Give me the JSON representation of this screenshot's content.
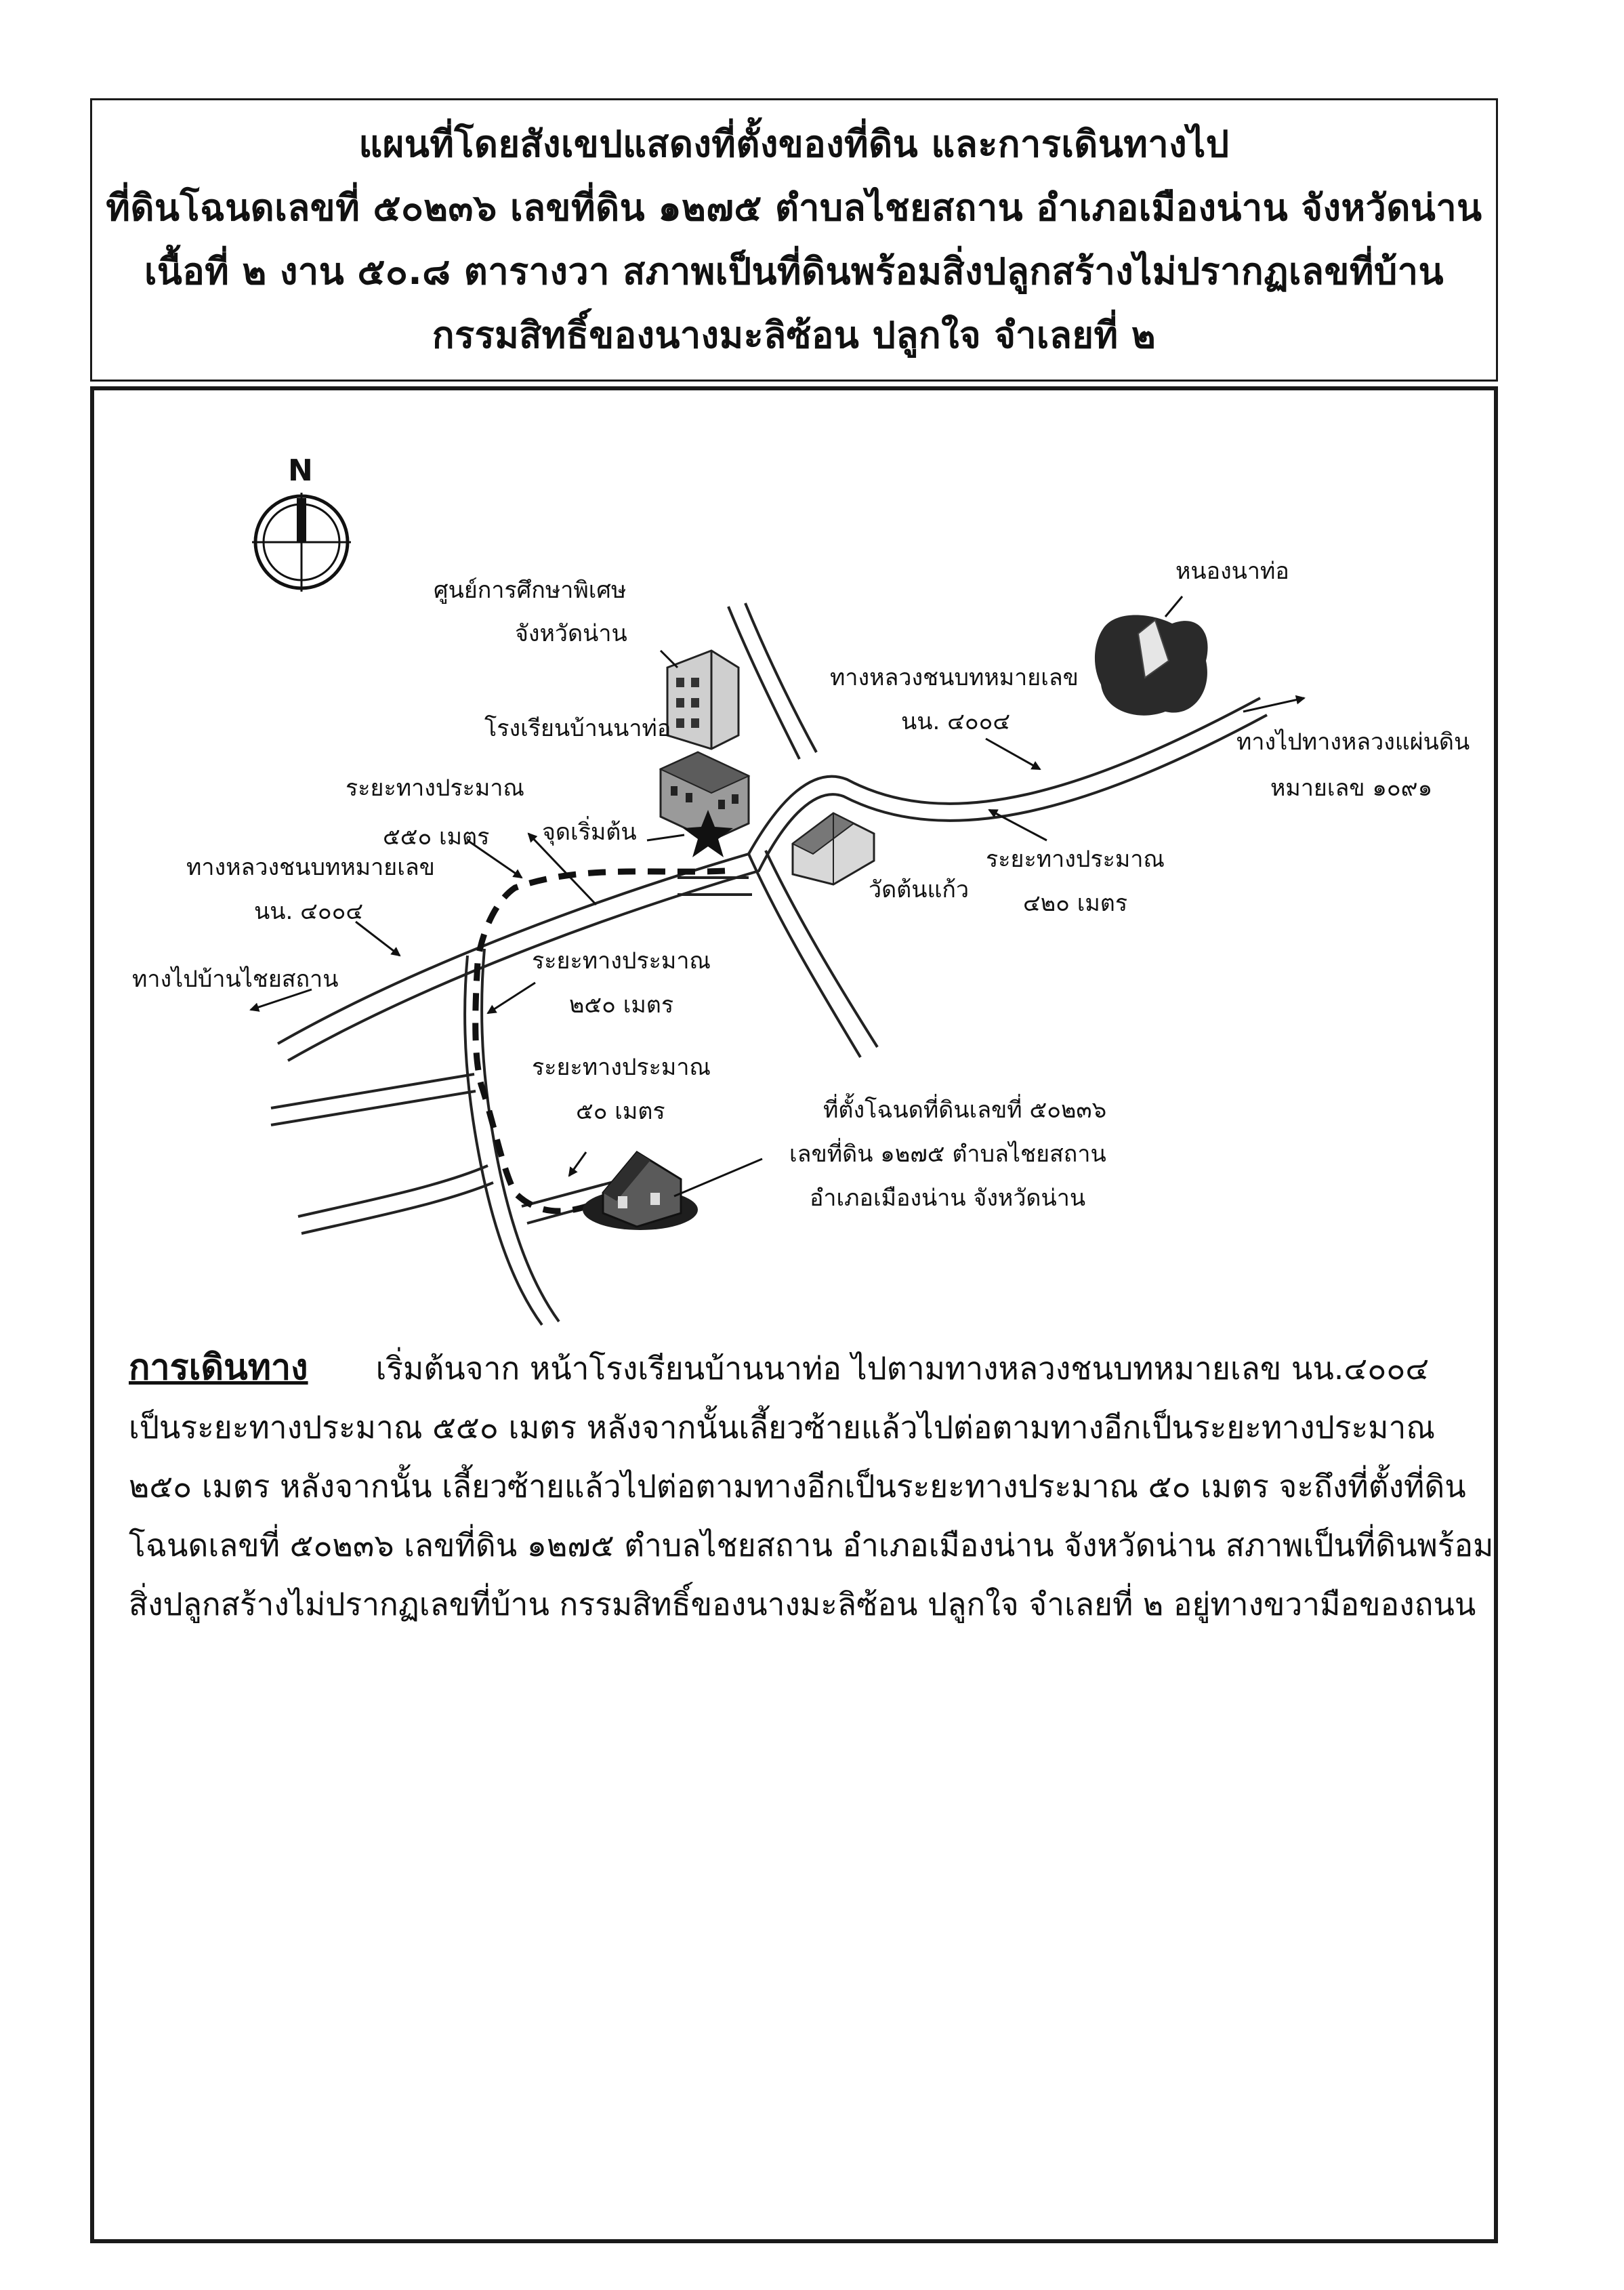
{
  "header": {
    "title_lines": [
      "แผนที่โดยสังเขปแสดงที่ตั้งของที่ดิน และการเดินทางไป",
      "ที่ดินโฉนดเลขที่ ๕๐๒๓๖ เลขที่ดิน ๑๒๗๕ ตำบลไชยสถาน อำเภอเมืองน่าน จังหวัดน่าน",
      "เนื้อที่ ๒ งาน ๕๐.๘ ตารางวา สภาพเป็นที่ดินพร้อมสิ่งปลูกสร้างไม่ปรากฏเลขที่บ้าน",
      "กรรมสิทธิ์ของนางมะลิซ้อน  ปลูกใจ จำเลยที่ ๒"
    ]
  },
  "map": {
    "compass_label": "N",
    "labels": {
      "special_edu_center_1": "ศูนย์การศึกษาพิเศษ",
      "special_edu_center_2": "จังหวัดน่าน",
      "nong_na_tho": "หนองนาท่อ",
      "highway_label_right_1": "ทางหลวงชนบทหมายเลข",
      "highway_label_right_2": "นน. ๔๐๐๔",
      "school": "โรงเรียนบ้านนาท่อ",
      "to_national_highway_1": "ทางไปทางหลวงแผ่นดิน",
      "to_national_highway_2": "หมายเลข ๑๐๙๑",
      "dist_550_1": "ระยะทางประมาณ",
      "dist_550_2": "๕๕๐ เมตร",
      "start_point": "จุดเริ่มต้น",
      "highway_label_left_1": "ทางหลวงชนบทหมายเลข",
      "highway_label_left_2": "นน. ๔๐๐๔",
      "wat_ton_kaeo": "วัดต้นแก้ว",
      "dist_420_1": "ระยะทางประมาณ",
      "dist_420_2": "๔๒๐ เมตร",
      "to_chai_sathan": "ทางไปบ้านไชยสถาน",
      "dist_250_1": "ระยะทางประมาณ",
      "dist_250_2": "๒๕๐ เมตร",
      "dist_50_1": "ระยะทางประมาณ",
      "dist_50_2": "๕๐ เมตร",
      "land_location_1": "ที่ตั้งโฉนดที่ดินเลขที่ ๕๐๒๓๖",
      "land_location_2": "เลขที่ดิน ๑๒๗๕ ตำบลไชยสถาน",
      "land_location_3": "อำเภอเมืองน่าน จังหวัดน่าน"
    }
  },
  "directions": {
    "heading": "การเดินทาง",
    "lines": [
      "เริ่มต้นจาก หน้าโรงเรียนบ้านนาท่อ ไปตามทางหลวงชนบทหมายเลข นน.๔๐๐๔",
      "เป็นระยะทางประมาณ ๕๕๐ เมตร หลังจากนั้นเลี้ยวซ้ายแล้วไปต่อตามทางอีกเป็นระยะทางประมาณ",
      "๒๕๐ เมตร หลังจากนั้น เลี้ยวซ้ายแล้วไปต่อตามทางอีกเป็นระยะทางประมาณ ๕๐ เมตร จะถึงที่ตั้งที่ดิน",
      "โฉนดเลขที่ ๕๐๒๓๖ เลขที่ดิน ๑๒๗๕ ตำบลไชยสถาน อำเภอเมืองน่าน จังหวัดน่าน สภาพเป็นที่ดินพร้อม",
      "สิ่งปลูกสร้างไม่ปรากฏเลขที่บ้าน กรรมสิทธิ์ของนางมะลิซ้อน  ปลูกใจ จำเลยที่ ๒ อยู่ทางขวามือของถนน"
    ]
  }
}
